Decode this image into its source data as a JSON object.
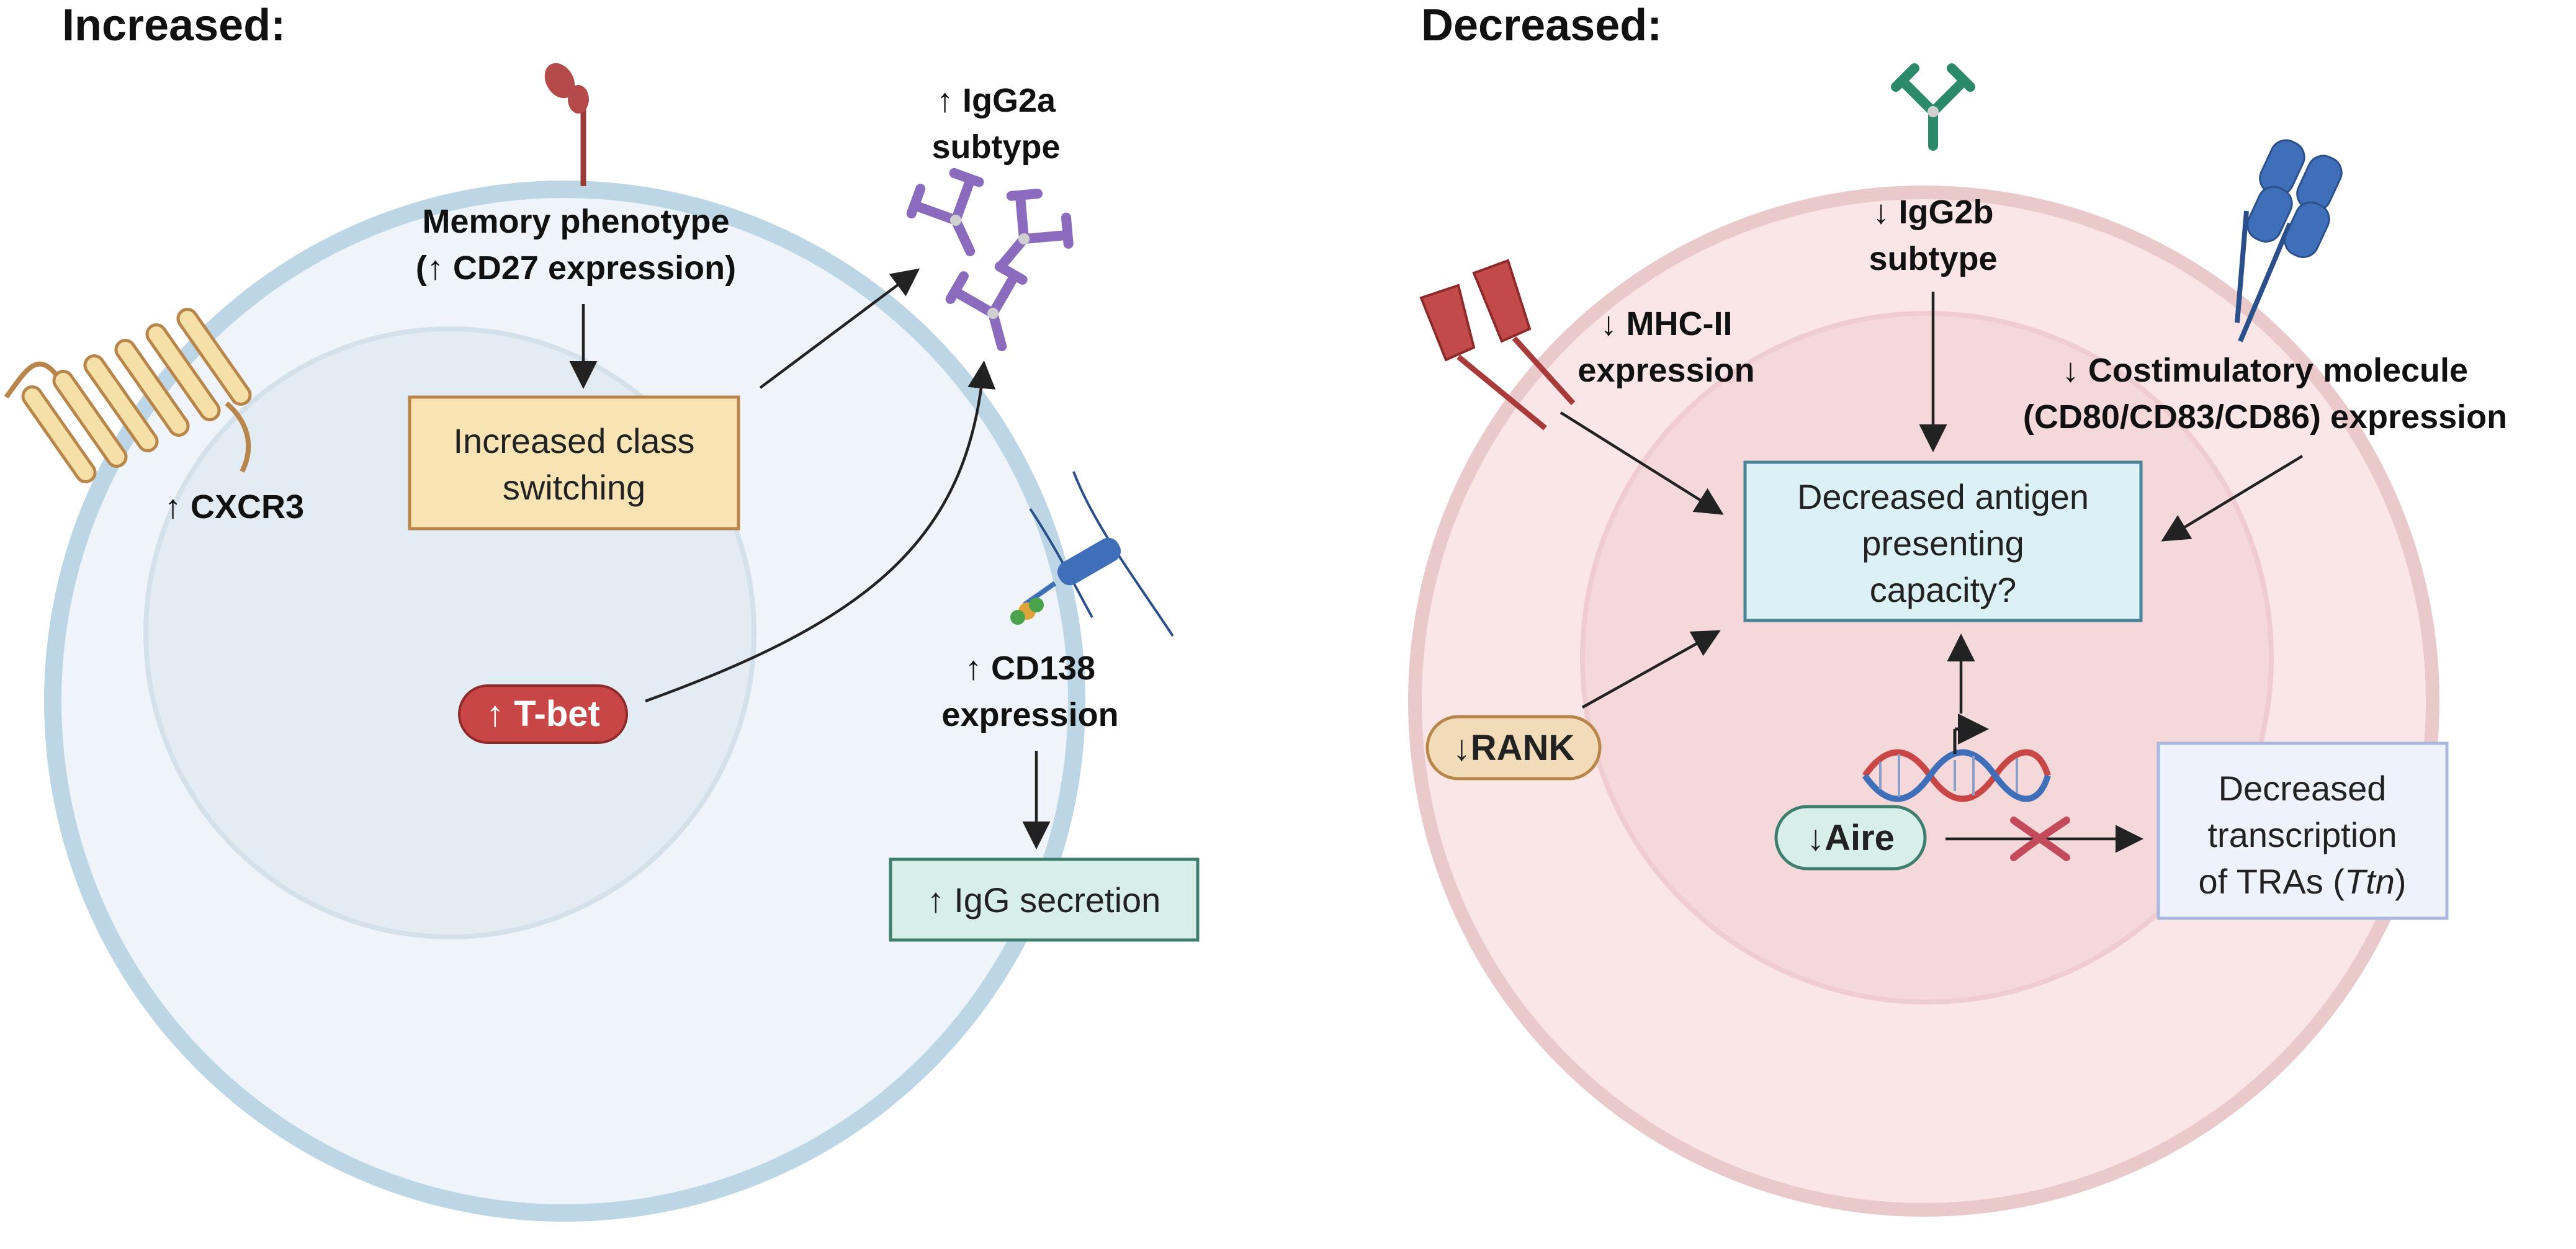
{
  "panels": {
    "increased_title": "Increased:",
    "decreased_title": "Decreased:"
  },
  "increased": {
    "memory_line1": "Memory phenotype",
    "memory_line2": "(↑ CD27 expression)",
    "class_switch_line1": "Increased class",
    "class_switch_line2": "switching",
    "igg2a_line1": "↑ IgG2a",
    "igg2a_line2": "subtype",
    "cxcr3": "↑ CXCR3",
    "tbet": "↑ T-bet",
    "cd138_line1": "↑ CD138",
    "cd138_line2": "expression",
    "igg_secretion": "↑ IgG secretion"
  },
  "decreased": {
    "igg2b_line1": "↓ IgG2b",
    "igg2b_line2": "subtype",
    "mhc_line1": "↓ MHC-II",
    "mhc_line2": "expression",
    "costim_line1": "↓ Costimulatory molecule",
    "costim_line2": "(CD80/CD83/CD86) expression",
    "antigen_line1": "Decreased antigen",
    "antigen_line2": "presenting",
    "antigen_line3": "capacity?",
    "rank": "↓RANK",
    "aire": "↓Aire",
    "tra_line1": "Decreased",
    "tra_line2": "transcription",
    "tra_line3_prefix": "of TRAs (",
    "tra_line3_italic": "Ttn",
    "tra_line3_suffix": ")"
  },
  "colors": {
    "left_cell_fill": "#eef4f9",
    "left_cell_border": "#bcd6e6",
    "left_nucleus_fill": "#e3ecf3",
    "right_cell_fill": "#fbe6e7",
    "right_cell_border": "#eac9cb",
    "right_nucleus_fill": "#f4d8da",
    "class_switch_box": "#f7e3b3",
    "class_switch_border": "#b8864a",
    "igg_box": "#d8efe9",
    "igg_border": "#3f7e6e",
    "antigen_box": "#dcf1f6",
    "antigen_border": "#4a8597",
    "tra_box": "#eef2fb",
    "tra_border": "#a9b8dc",
    "tbet_pill": "#c84646",
    "rank_pill": "#f2dbb8",
    "aire_pill": "#d8efe9",
    "antibody_purple": "#8a6bbd",
    "antibody_green": "#2a8a6a",
    "mhc_red": "#c24a4a",
    "costim_blue": "#3f6fb8"
  }
}
